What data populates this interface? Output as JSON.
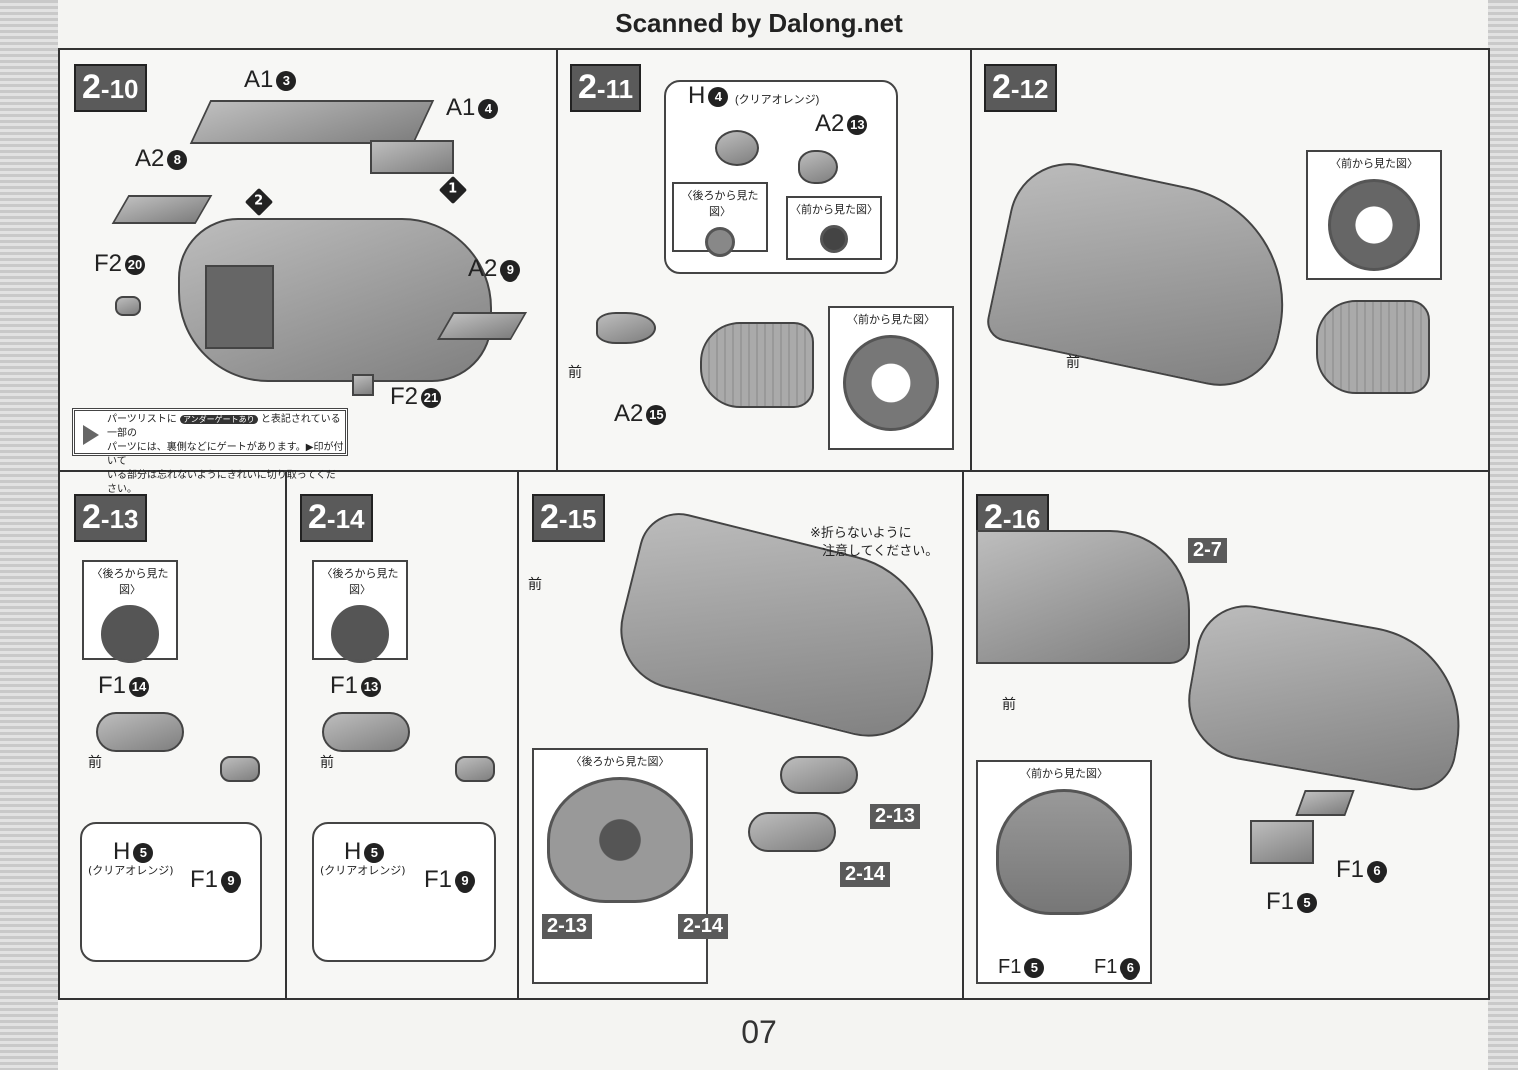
{
  "header": {
    "scanner": "Scanned by Dalong.net"
  },
  "page_number": "07",
  "common": {
    "front": "前",
    "rear_view": "〈後ろから見た図〉",
    "front_view": "〈前から見た図〉",
    "clear_orange": "(クリアオレンジ)"
  },
  "steps": {
    "s10": {
      "badge_main": "2",
      "badge_sub": "-10",
      "parts": [
        {
          "p": "A1",
          "n": "3"
        },
        {
          "p": "A1",
          "n": "4"
        },
        {
          "p": "A2",
          "n": "8"
        },
        {
          "p": "F2",
          "n": "20"
        },
        {
          "p": "A2",
          "n": "9"
        },
        {
          "p": "F2",
          "n": "21"
        }
      ],
      "callouts": [
        "2",
        "1"
      ],
      "notice": {
        "line1": "パーツリストに",
        "tag": "アンダーゲートあり",
        "line1b": "と表記されている一部の",
        "line2": "パーツには、裏側などにゲートがあります。▶印が付いて",
        "line3": "いる部分は忘れないようにきれいに切り取ってください。"
      }
    },
    "s11": {
      "badge_main": "2",
      "badge_sub": "-11",
      "parts": [
        {
          "p": "H",
          "n": "4"
        },
        {
          "p": "A2",
          "n": "13"
        },
        {
          "p": "A2",
          "n": "15"
        }
      ]
    },
    "s12": {
      "badge_main": "2",
      "badge_sub": "-12"
    },
    "s13": {
      "badge_main": "2",
      "badge_sub": "-13",
      "parts": [
        {
          "p": "F1",
          "n": "14"
        },
        {
          "p": "H",
          "n": "5"
        },
        {
          "p": "F1",
          "n": "9"
        }
      ]
    },
    "s14": {
      "badge_main": "2",
      "badge_sub": "-14",
      "parts": [
        {
          "p": "F1",
          "n": "13"
        },
        {
          "p": "H",
          "n": "5"
        },
        {
          "p": "F1",
          "n": "9"
        }
      ]
    },
    "s15": {
      "badge_main": "2",
      "badge_sub": "-15",
      "caution": "※折らないように",
      "caution2": "注意してください。",
      "refs": [
        "2-13",
        "2-14"
      ]
    },
    "s16": {
      "badge_main": "2",
      "badge_sub": "-16",
      "ref": "2-7",
      "parts": [
        {
          "p": "F1",
          "n": "6"
        },
        {
          "p": "F1",
          "n": "5"
        },
        {
          "p": "F1",
          "n": "5"
        },
        {
          "p": "F1",
          "n": "6"
        }
      ]
    }
  }
}
